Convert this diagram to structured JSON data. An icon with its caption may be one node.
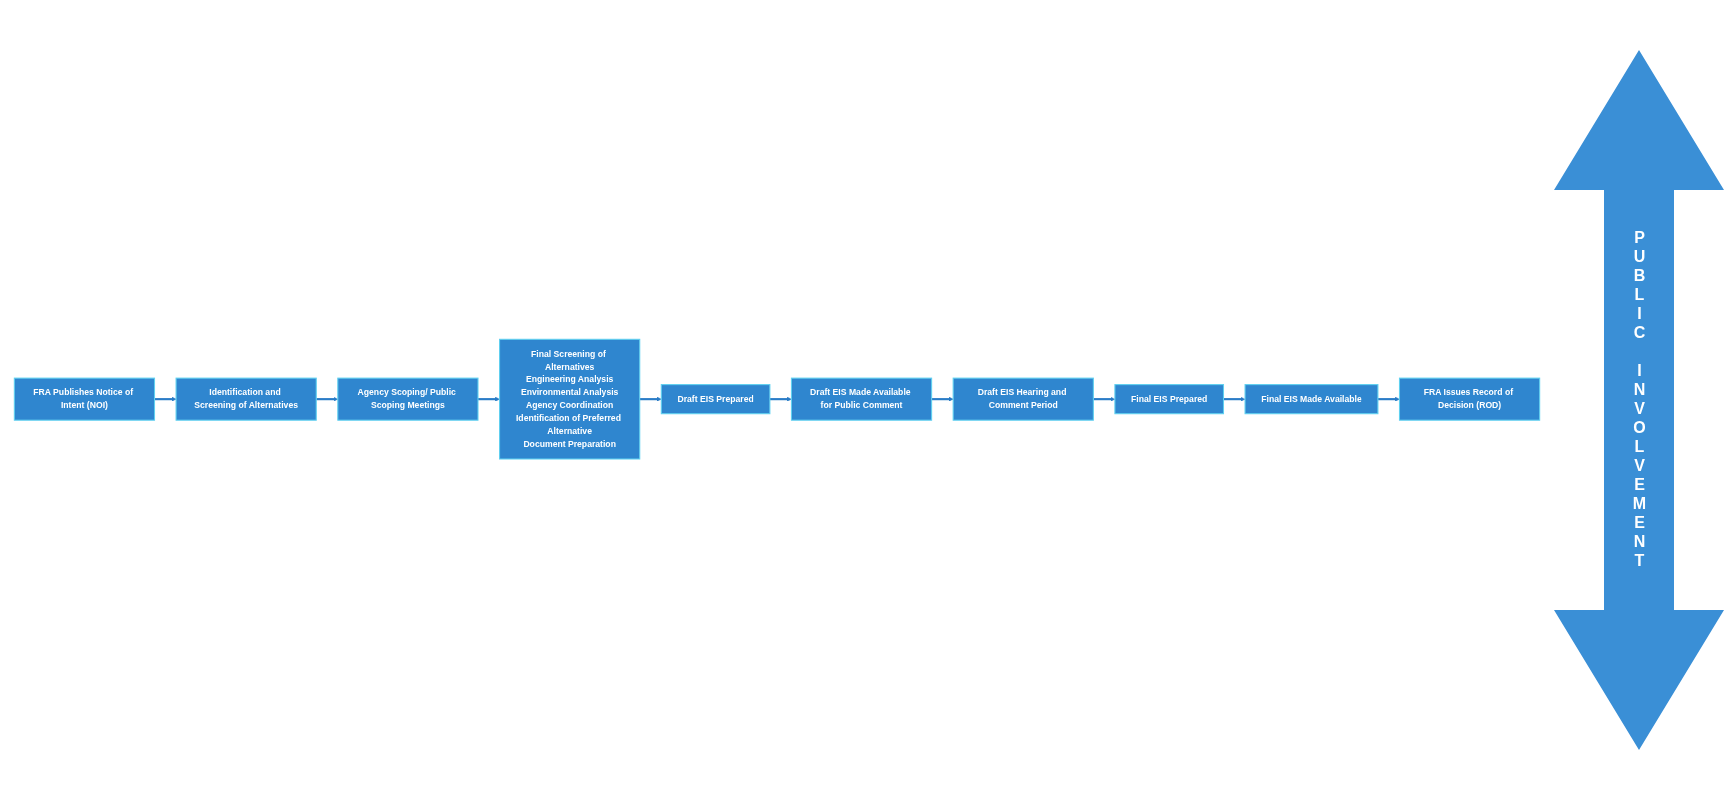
{
  "diagram": {
    "nodes": [
      {
        "text": [
          "FRA Publishes Notice of Intent (NOI)"
        ]
      },
      {
        "text": [
          "Identification and Screening of Alternatives"
        ]
      },
      {
        "text": [
          "Agency Scoping/ Public Scoping Meetings"
        ]
      },
      {
        "text": [
          "Final Screening of Alternatives",
          "Engineering Analysis",
          "Environmental Analysis",
          "Agency Coordination",
          "Identification of Preferred Alternative",
          "Document Preparation"
        ]
      },
      {
        "text": [
          "Draft EIS Prepared"
        ]
      },
      {
        "text": [
          "Draft EIS Made Available for Public Comment"
        ]
      },
      {
        "text": [
          "Draft EIS Hearing and Comment Period"
        ]
      },
      {
        "text": [
          "Final EIS Prepared"
        ]
      },
      {
        "text": [
          "Final EIS Made Available"
        ]
      },
      {
        "text": [
          "FRA Issues Record of Decision (ROD)"
        ]
      }
    ],
    "edges": [
      {
        "from": 0,
        "to": 1,
        "arrow": "to"
      },
      {
        "from": 1,
        "to": 2,
        "arrow": "to"
      },
      {
        "from": 2,
        "to": 3,
        "arrow": "to"
      },
      {
        "from": 3,
        "to": 4,
        "arrow": "to"
      },
      {
        "from": 4,
        "to": 5,
        "arrow": "to"
      },
      {
        "from": 5,
        "to": 6,
        "arrow": "to"
      },
      {
        "from": 6,
        "to": 7,
        "arrow": "to"
      },
      {
        "from": 7,
        "to": 8,
        "arrow": "to"
      },
      {
        "from": 8,
        "to": 9,
        "arrow": "to"
      }
    ],
    "labels": [
      "PUBLIC INVOLVEMENT"
    ]
  }
}
